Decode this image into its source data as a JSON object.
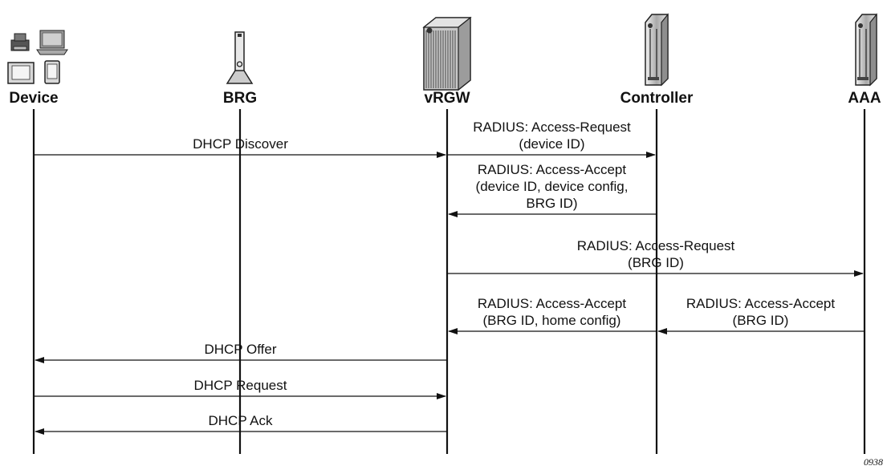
{
  "participants": [
    {
      "id": "device",
      "label": "Device",
      "icon": "end-user-devices-icon"
    },
    {
      "id": "brg",
      "label": "BRG",
      "icon": "bridged-residential-gateway-icon"
    },
    {
      "id": "vrgw",
      "label": "vRGW",
      "icon": "server-rack-icon"
    },
    {
      "id": "controller",
      "label": "Controller",
      "icon": "server-tower-icon"
    },
    {
      "id": "aaa",
      "label": "AAA",
      "icon": "server-tower-icon"
    }
  ],
  "messages": [
    {
      "from": "device",
      "to": "vrgw",
      "lines": [
        "DHCP Discover"
      ],
      "label_at": "middle"
    },
    {
      "from": "vrgw",
      "to": "controller",
      "lines": [
        "RADIUS: Access-Request",
        "(device ID)"
      ],
      "label_at": "middle"
    },
    {
      "from": "controller",
      "to": "vrgw",
      "lines": [
        "RADIUS: Access-Accept",
        "(device ID, device config,",
        "BRG ID)"
      ],
      "label_at": "middle"
    },
    {
      "from": "vrgw",
      "to": "aaa",
      "lines": [
        "RADIUS: Access-Request",
        "(BRG ID)"
      ],
      "label_at": "middle"
    },
    {
      "from": "aaa",
      "to": "controller",
      "lines": [
        "RADIUS: Access-Accept",
        "(BRG ID)"
      ],
      "label_at": "middle"
    },
    {
      "from": "controller",
      "to": "vrgw",
      "lines": [
        "RADIUS: Access-Accept",
        "(BRG ID, home config)"
      ],
      "label_at": "middle"
    },
    {
      "from": "vrgw",
      "to": "device",
      "lines": [
        "DHCP Offer"
      ],
      "label_at": "middle"
    },
    {
      "from": "device",
      "to": "vrgw",
      "lines": [
        "DHCP Request"
      ],
      "label_at": "middle"
    },
    {
      "from": "vrgw",
      "to": "device",
      "lines": [
        "DHCP Ack"
      ],
      "label_at": "middle"
    }
  ],
  "figure_number": "0938"
}
